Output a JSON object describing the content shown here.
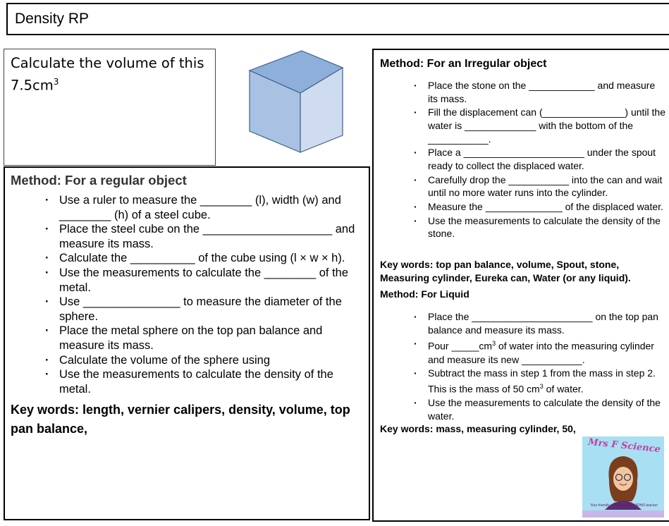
{
  "title": "Density RP",
  "calc": {
    "prompt": "Calculate the volume of this",
    "value": "7.5cm",
    "sup": "3"
  },
  "left": {
    "heading": "Method: For a regular object",
    "steps": [
      "Use a ruler to measure the ________ (l), width (w) and ________ (h) of a steel cube.",
      "Place the steel cube on the ____________________ and measure its mass.",
      "Calculate the __________ of the cube using (l × w × h).",
      "Use the measurements to calculate the ________ of the metal.",
      "Use _______________ to measure the diameter of the sphere.",
      "Place the metal sphere on the top pan balance and measure its mass.",
      "Calculate the volume of the sphere using",
      "Use the measurements to calculate the density of the metal."
    ],
    "keywords": "Key words: length, vernier calipers, density, volume, top pan balance,"
  },
  "right": {
    "heading1": "Method: For an Irregular object",
    "steps1": [
      "Place the stone on the ____________ and measure its mass.",
      "Fill the displacement can (_______________) until the water is _____________ with the bottom of the ___________.",
      "Place a ______________________ under the spout ready to collect the displaced water.",
      "Carefully drop the ___________ into the can and wait until no more water runs into the cylinder.",
      "Measure the ______________ of the displaced water.",
      "Use the measurements to calculate the density of the stone."
    ],
    "keywords1": "Key words: top pan balance, volume, Spout, stone, Measuring cylinder, Eureka can, Water (or any liquid).",
    "heading2": "Method: For Liquid",
    "steps2": {
      "s1": "Place the ______________________ on the top pan balance and measure its mass.",
      "s2_a": "Pour _____cm",
      "s2_sup": "3",
      "s2_b": " of water into the measuring cylinder and measure its new ___________.",
      "s3_a": "Subtract the mass in step 1 from the mass in step 2. This is the mass of 50 cm",
      "s3_sup": "3",
      "s3_b": " of water.",
      "s4": "Use the measurements to calculate the density of the water."
    },
    "keywords2": "Key words: mass, measuring cylinder, 50,"
  },
  "logo": {
    "brand": "Mrs F Science",
    "tagline": "Your friendly neighbourhood ADHD teacher"
  },
  "colors": {
    "cube_top": "#8eafd9",
    "cube_left": "#a9c2e3",
    "cube_right": "#cfdcef",
    "cube_stroke": "#3f5f8f",
    "logo_bg": "#a8dff3"
  }
}
